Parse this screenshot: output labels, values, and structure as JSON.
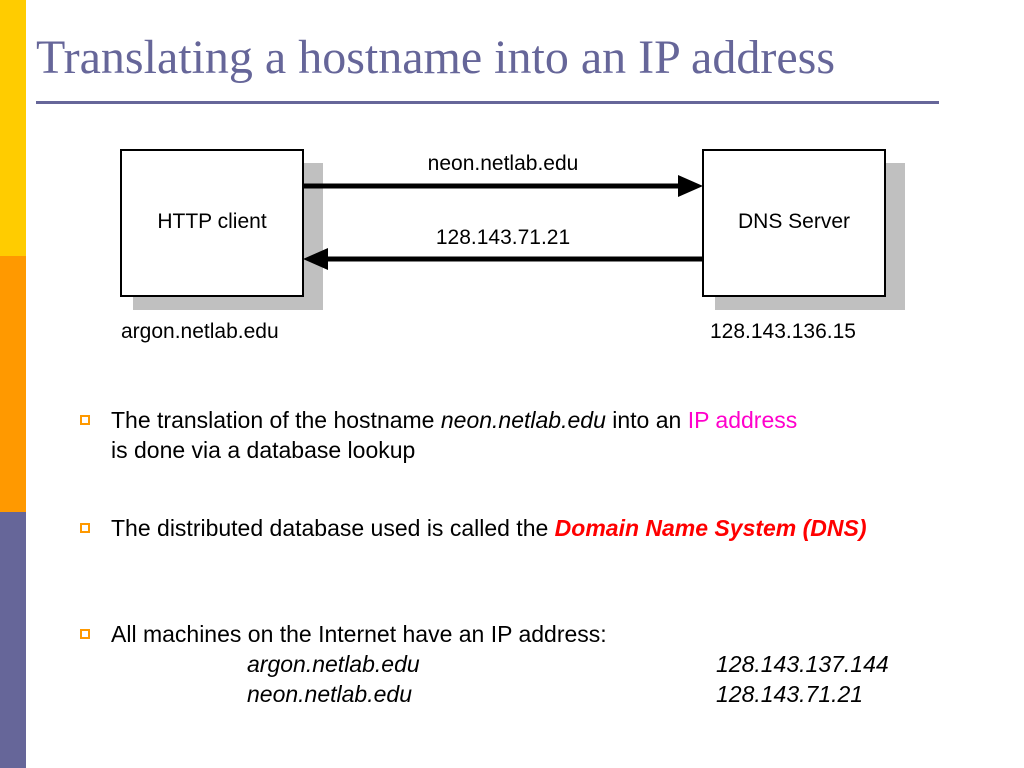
{
  "theme": {
    "accent_yellow": "#FFCC00",
    "accent_orange": "#FF9900",
    "accent_purple": "#666699",
    "title_color": "#666699",
    "highlight_pink": "#FF00CC",
    "highlight_red": "#FF0000"
  },
  "title": "Translating a hostname into an IP address",
  "diagram": {
    "client_box_label": "HTTP client",
    "client_host": "argon.netlab.edu",
    "server_box_label": "DNS Server",
    "server_ip": "128.143.136.15",
    "request_label": "neon.netlab.edu",
    "response_label": "128.143.71.21"
  },
  "bullets": {
    "b1_pre": "The translation of the hostname ",
    "b1_host": "neon.netlab.edu",
    "b1_mid": " into an ",
    "b1_ip": "IP address",
    "b1_post": " is done via a database lookup",
    "b2_pre": "The distributed database used is called the ",
    "b2_emph": "Domain Name System (DNS)",
    "b3_text": "All machines on the Internet have an IP address:",
    "hosts": [
      {
        "name": "argon.netlab.edu",
        "ip": "128.143.137.144"
      },
      {
        "name": "neon.netlab.edu",
        "ip": "128.143.71.21"
      }
    ]
  }
}
